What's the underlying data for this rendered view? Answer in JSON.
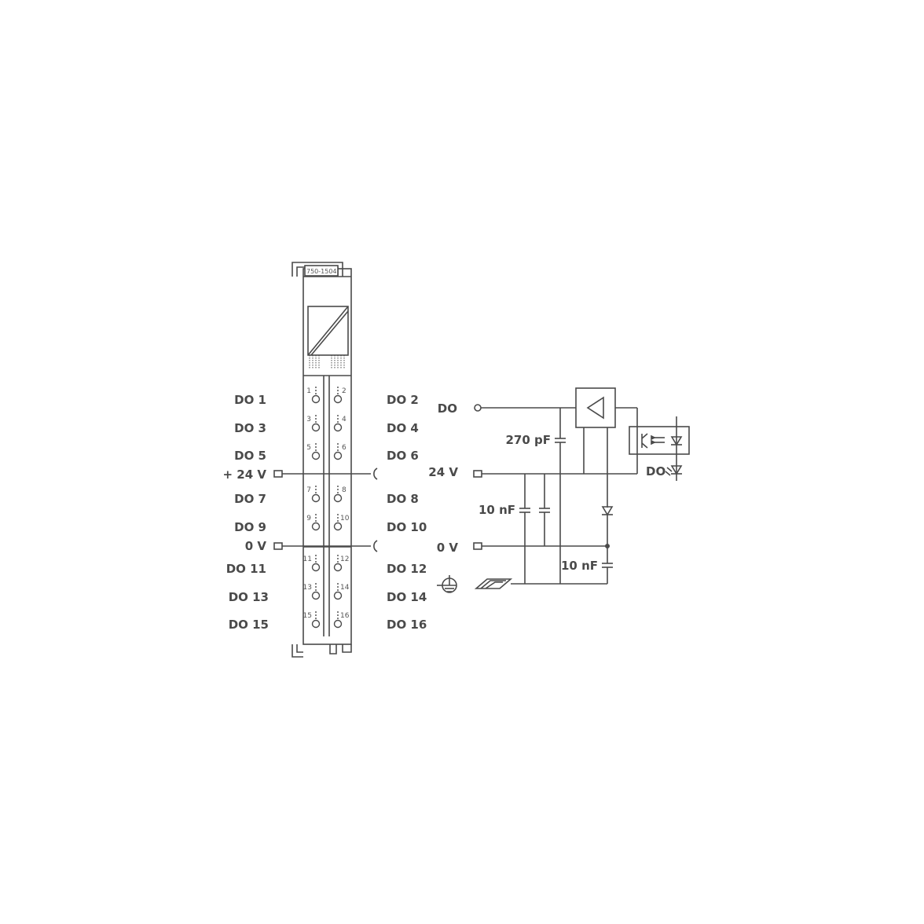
{
  "module": {
    "part_number": "750-1504",
    "left_labels": [
      "DO 1",
      "DO 3",
      "DO 5",
      "+ 24 V",
      "DO 7",
      "DO 9",
      "0 V",
      "DO 11",
      "DO 13",
      "DO 15"
    ],
    "right_labels": [
      "DO 2",
      "DO 4",
      "DO 6",
      "DO 8",
      "DO 10",
      "DO 12",
      "DO 14",
      "DO 16"
    ],
    "terminals": [
      "1",
      "2",
      "3",
      "4",
      "5",
      "6",
      "7",
      "8",
      "9",
      "10",
      "11",
      "12",
      "13",
      "14",
      "15",
      "16"
    ]
  },
  "schematic": {
    "do_label": "DO",
    "v24_label": "24 V",
    "v0_label": "0 V",
    "cap_270": "270 pF",
    "cap_10_a": "10 nF",
    "cap_10_b": "10 nF",
    "led_label": "DO"
  },
  "colors": {
    "line": "#4a4a4a"
  }
}
